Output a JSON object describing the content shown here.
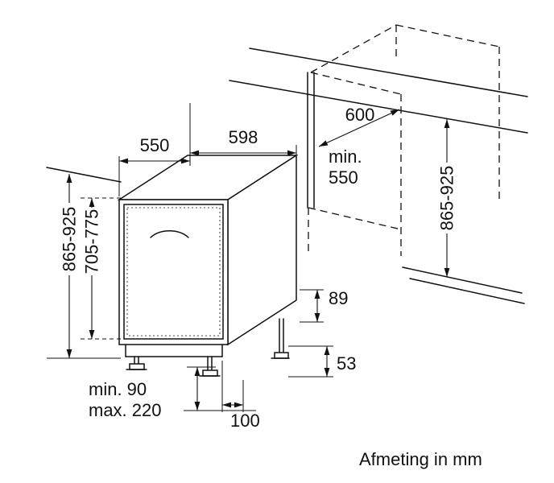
{
  "diagram": {
    "caption": "Afmeting in mm",
    "labels": {
      "depth_top": "550",
      "width_top": "598",
      "worktop_depth": "600",
      "niche_min_line1": "min.",
      "niche_min_line2": "550",
      "height_left": "865-925",
      "panel_height": "705-775",
      "height_right": "865-925",
      "rear_base_height": "89",
      "foot_height": "53",
      "plinth_depth": "100",
      "plinth_min": "min. 90",
      "plinth_max": "max. 220"
    }
  }
}
